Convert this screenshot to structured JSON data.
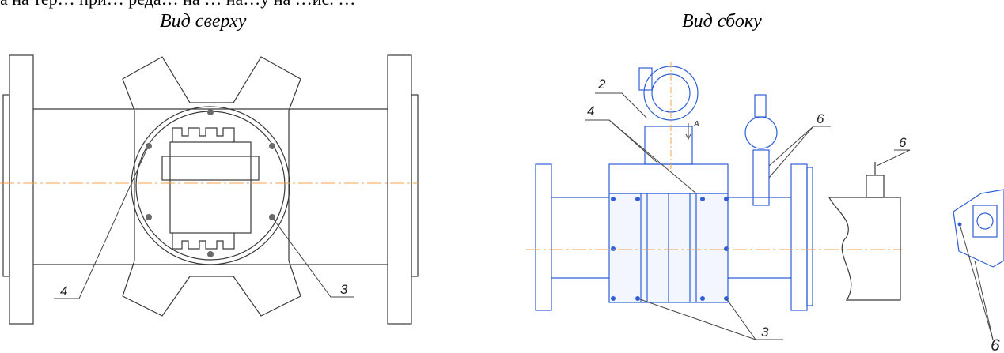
{
  "header_fragment": "а на тер… при… реда… на  … на…у на …ис. …",
  "views": {
    "top": {
      "title": "Вид сверху"
    },
    "side": {
      "title": "Вид сбоку"
    }
  },
  "callouts": {
    "top_a": "4",
    "top_b": "3",
    "side_2": "2",
    "side_4": "4",
    "side_6a": "6",
    "side_6b": "6",
    "side_3": "3",
    "detail_6": "6",
    "arrow_a": "A"
  },
  "colors": {
    "outline": "#3a3a3a",
    "blue": "#2f5fd6",
    "axis": "#f0a24a"
  }
}
